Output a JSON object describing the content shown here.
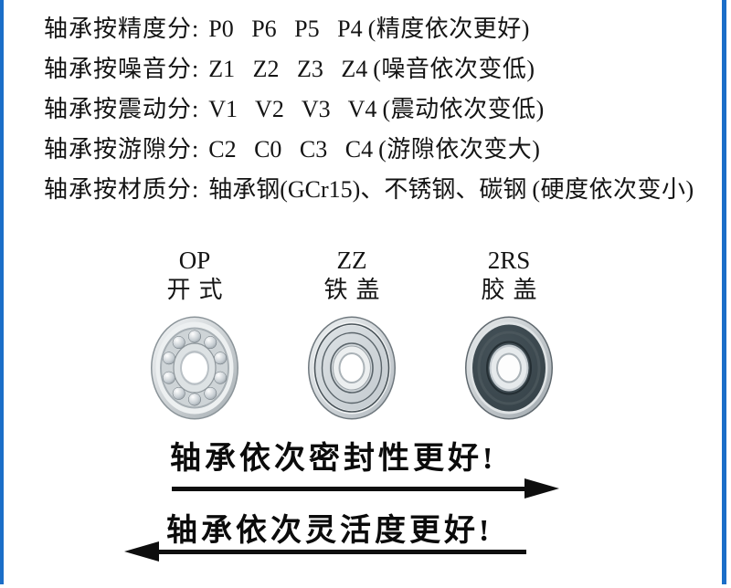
{
  "theme": {
    "accent_blue": "#1b6ec8",
    "arrow_black": "#0e0e0e",
    "background": "#ffffff",
    "text_color": "#141414"
  },
  "classifications": [
    {
      "label": "轴承按精度分:",
      "codes": [
        "P0",
        "P6",
        "P5",
        "P4"
      ],
      "note": "(精度依次更好)"
    },
    {
      "label": "轴承按噪音分:",
      "codes": [
        "Z1",
        "Z2",
        "Z3",
        "Z4"
      ],
      "note": "(噪音依次变低)"
    },
    {
      "label": "轴承按震动分:",
      "codes": [
        "V1",
        "V2",
        "V3",
        "V4"
      ],
      "note": "(震动依次变低)"
    },
    {
      "label": "轴承按游隙分:",
      "codes": [
        "C2",
        "C0",
        "C3",
        "C4"
      ],
      "note": "(游隙依次变大)"
    },
    {
      "label": "轴承按材质分:",
      "codes": [
        "轴承钢(GCr15)",
        "不锈钢",
        "碳钢"
      ],
      "note": "(硬度依次变小)"
    }
  ],
  "bearings": [
    {
      "code": "OP",
      "name": "开式",
      "image": "open-bearing"
    },
    {
      "code": "ZZ",
      "name": "铁盖",
      "image": "metal-shield-bearing"
    },
    {
      "code": "2RS",
      "name": "胶盖",
      "image": "rubber-seal-bearing"
    }
  ],
  "annotations": [
    {
      "text": "轴承依次密封性更好!",
      "arrow_direction": "right"
    },
    {
      "text": "轴承依次灵活度更好!",
      "arrow_direction": "left"
    }
  ]
}
